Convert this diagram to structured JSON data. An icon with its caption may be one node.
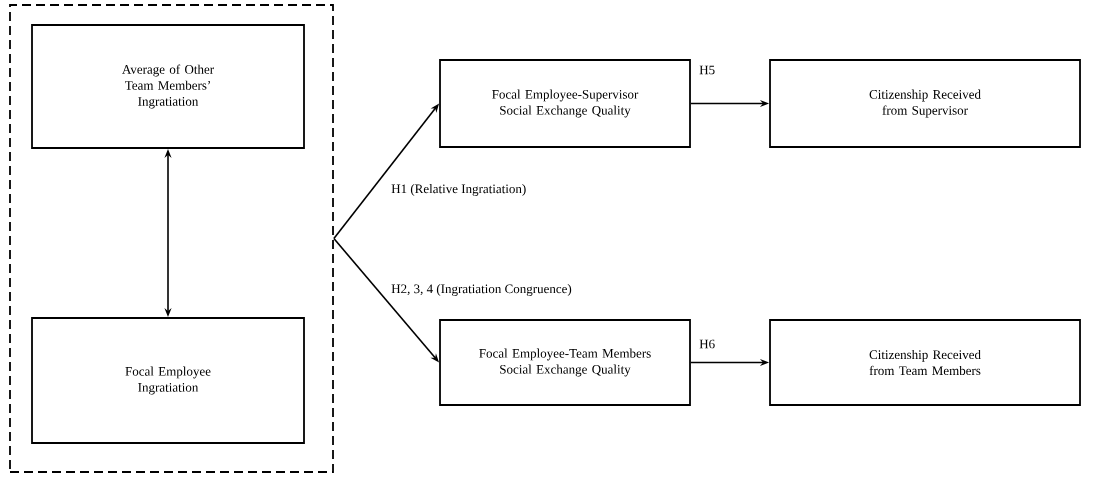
{
  "diagram": {
    "nodes": [
      {
        "text": [],
        "shape": "box"
      },
      {
        "text": [
          "Average of Other Team Members’ Ingratiation"
        ],
        "in": 0
      },
      {
        "text": [
          "Focal Employee Ingratiation"
        ],
        "in": 0
      },
      {
        "text": [
          "Focal Employee-Supervisor Social Exchange Quality"
        ]
      },
      {
        "text": [
          "Focal Employee-Team Members Social Exchange Quality"
        ]
      },
      {
        "text": [
          "Citizenship Received from Supervisor"
        ]
      },
      {
        "text": [
          "Citizenship Received from Team Members"
        ]
      }
    ],
    "edges": [
      {
        "from": 1,
        "to": 2,
        "arrow": "both"
      },
      {
        "from": 0,
        "to": 3,
        "arrow": "to",
        "label": "H1 (Relative Ingratiation)"
      },
      {
        "from": 0,
        "to": 4,
        "arrow": "to",
        "label": "H2, 3, 4 (Ingratiation Congruence)"
      },
      {
        "from": 3,
        "to": 5,
        "arrow": "to",
        "label": "H5"
      },
      {
        "from": 4,
        "to": 6,
        "arrow": "to",
        "label": "H6"
      }
    ]
  }
}
